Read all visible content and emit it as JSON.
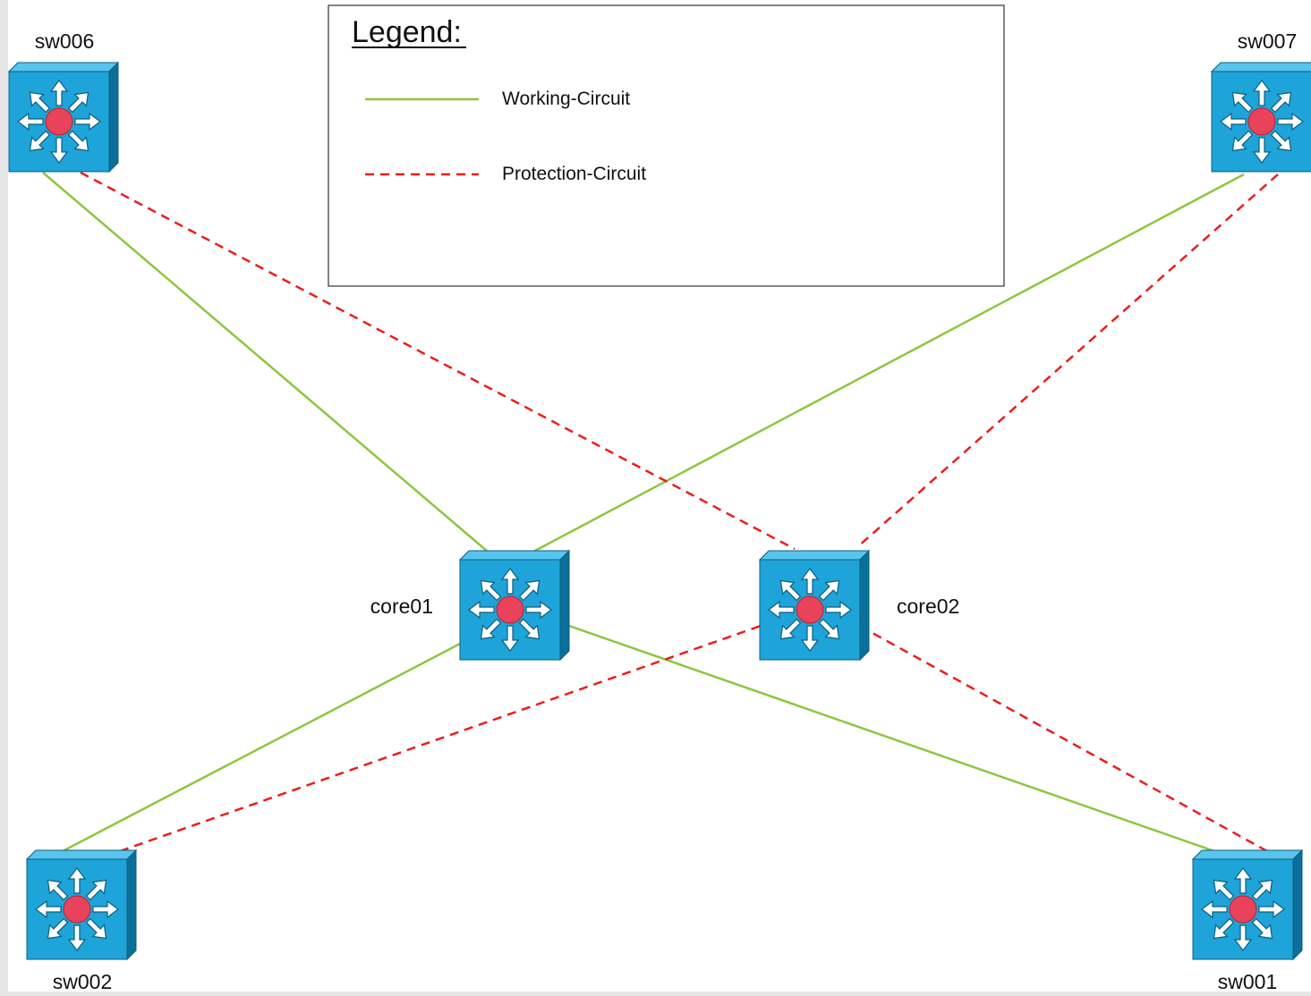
{
  "legend": {
    "title": "Legend:",
    "working_label": "Working-Circuit",
    "protection_label": "Protection-Circuit"
  },
  "colors": {
    "working": "#8dc63f",
    "protection": "#ee1c1c",
    "switch_front": "#1ea4d8",
    "switch_side": "#0a6f99",
    "switch_top": "#58c5ee",
    "hub": "#e8435a",
    "background": "#e6e6e6",
    "canvas": "#ffffff"
  },
  "nodes": [
    {
      "id": "sw006",
      "label": "sw006",
      "icon": "layer3-switch-icon"
    },
    {
      "id": "sw007",
      "label": "sw007",
      "icon": "layer3-switch-icon"
    },
    {
      "id": "core01",
      "label": "core01",
      "icon": "layer3-switch-icon"
    },
    {
      "id": "core02",
      "label": "core02",
      "icon": "layer3-switch-icon"
    },
    {
      "id": "sw002",
      "label": "sw002",
      "icon": "layer3-switch-icon"
    },
    {
      "id": "sw001",
      "label": "sw001",
      "icon": "layer3-switch-icon"
    }
  ],
  "links": [
    {
      "from": "sw006",
      "to": "core01",
      "type": "working"
    },
    {
      "from": "sw007",
      "to": "core01",
      "type": "working"
    },
    {
      "from": "sw002",
      "to": "core01",
      "type": "working"
    },
    {
      "from": "sw001",
      "to": "core01",
      "type": "working"
    },
    {
      "from": "sw006",
      "to": "core02",
      "type": "protection"
    },
    {
      "from": "sw007",
      "to": "core02",
      "type": "protection"
    },
    {
      "from": "sw002",
      "to": "core02",
      "type": "protection"
    },
    {
      "from": "sw001",
      "to": "core02",
      "type": "protection"
    }
  ]
}
